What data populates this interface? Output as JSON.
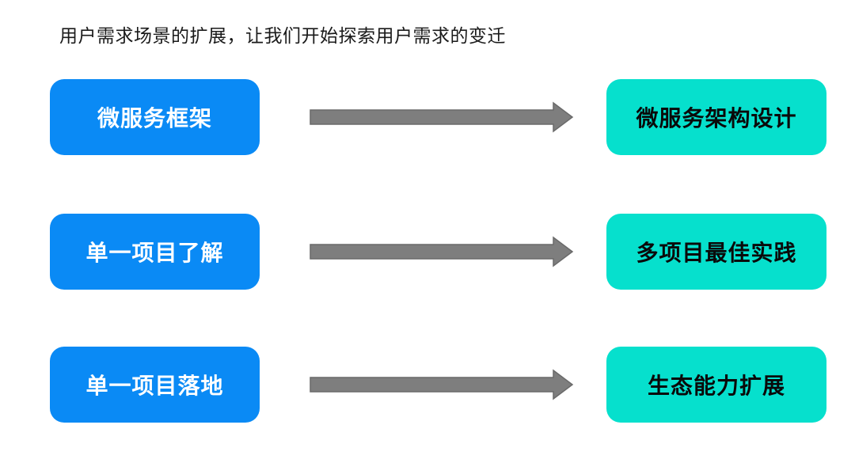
{
  "title": "用户需求场景的扩展，让我们开始探索用户需求的变迁",
  "rows": [
    {
      "left": "微服务框架",
      "right": "微服务架构设计"
    },
    {
      "left": "单一项目了解",
      "right": "多项目最佳实践"
    },
    {
      "left": "单一项目落地",
      "right": "生态能力扩展"
    }
  ],
  "colors": {
    "source_box": "#0a8af5",
    "target_box": "#06e0cd",
    "arrow_fill": "#7e7e7e",
    "arrow_stroke": "#6a6a6a",
    "title_text": "#1a1a1a",
    "source_text": "#ffffff",
    "target_text": "#0a0a0a",
    "background": "#ffffff"
  }
}
